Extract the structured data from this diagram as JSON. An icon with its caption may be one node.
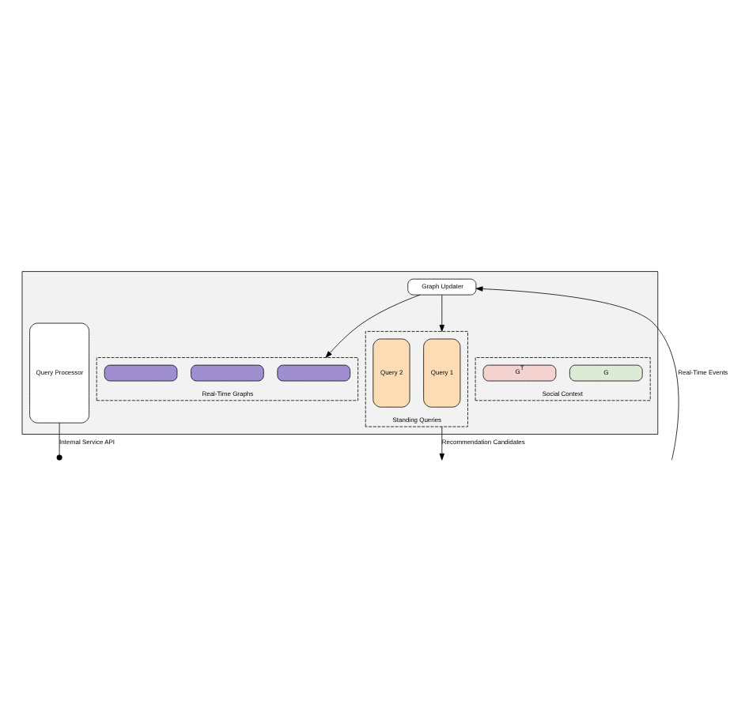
{
  "diagram": {
    "nodes": [
      {
        "text": [],
        "shape": "box"
      },
      {
        "text": [
          "Graph Updater"
        ],
        "in": 0
      },
      {
        "text": [
          "Real-Time Graphs"
        ],
        "in": 0
      },
      {
        "text": [],
        "shape": "bar",
        "in": 2
      },
      {
        "text": [],
        "shape": "bar",
        "in": 2
      },
      {
        "text": [],
        "shape": "bar",
        "in": 2
      },
      {
        "text": [
          "Standing Queries"
        ],
        "in": 0
      },
      {
        "text": [
          "Query 1"
        ],
        "in": 6
      },
      {
        "text": [
          "Query 2"
        ],
        "in": 6
      },
      {
        "text": [
          "Social Context"
        ],
        "in": 0
      },
      {
        "text": [
          "G"
        ],
        "in": 9
      },
      {
        "text": [
          "G$^{T}$"
        ],
        "in": 9
      },
      {
        "text": [
          "Query Processor"
        ],
        "in": 0
      }
    ],
    "edges": [
      {
        "from": null,
        "to": 1,
        "arrow": "to",
        "label": "Real-Time Events"
      },
      {
        "from": 1,
        "to": 2,
        "arrow": "to"
      },
      {
        "from": 1,
        "to": 6,
        "arrow": "to"
      },
      {
        "from": 6,
        "to": null,
        "arrow": "to",
        "label": "Recommendation Candidates"
      },
      {
        "from": 12,
        "to": null,
        "arrow": "other",
        "label": "Internal Service API"
      }
    ]
  }
}
